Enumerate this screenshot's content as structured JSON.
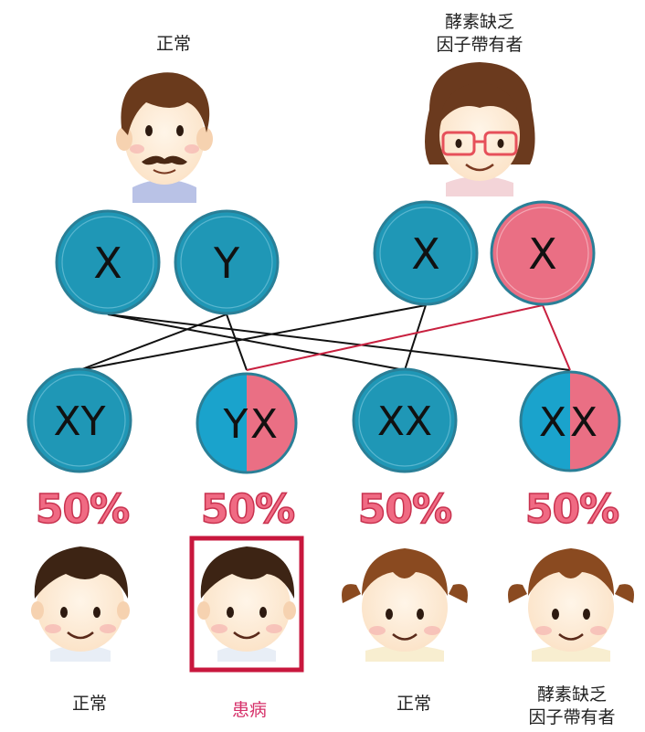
{
  "parents": [
    {
      "role": "father",
      "label_lines": [
        "正常"
      ],
      "chromosomes": [
        "X",
        "Y"
      ]
    },
    {
      "role": "mother",
      "label_lines": [
        "酵素缺乏",
        "因子帶有者"
      ],
      "chromosomes": [
        "X",
        "X"
      ],
      "carrier_chromosome_index": 1
    }
  ],
  "children": [
    {
      "genotype": "XY",
      "left": "XY",
      "right": "",
      "carrier": false,
      "percent": "50%",
      "sex": "boy",
      "label_lines": [
        "正常"
      ],
      "highlighted": false
    },
    {
      "genotype": "YX",
      "left": "Y",
      "right": "X",
      "carrier": true,
      "percent": "50%",
      "sex": "boy",
      "label_lines": [
        "患病"
      ],
      "highlighted": true
    },
    {
      "genotype": "XX",
      "left": "XX",
      "right": "",
      "carrier": false,
      "percent": "50%",
      "sex": "girl",
      "label_lines": [
        "正常"
      ],
      "highlighted": false
    },
    {
      "genotype": "XX",
      "left": "X",
      "right": "X",
      "carrier": true,
      "percent": "50%",
      "sex": "girl",
      "label_lines": [
        "酵素缺乏",
        "因子帶有者"
      ],
      "highlighted": false
    }
  ],
  "colors": {
    "normal_chromosome": "#1f97b6",
    "carrier_chromosome": "#ea6f84",
    "normal_line": "#111111",
    "carrier_line": "#c8203f",
    "percent_text": "#f06a83",
    "affected_text": "#d6316a",
    "highlight_box": "#c8173d"
  }
}
